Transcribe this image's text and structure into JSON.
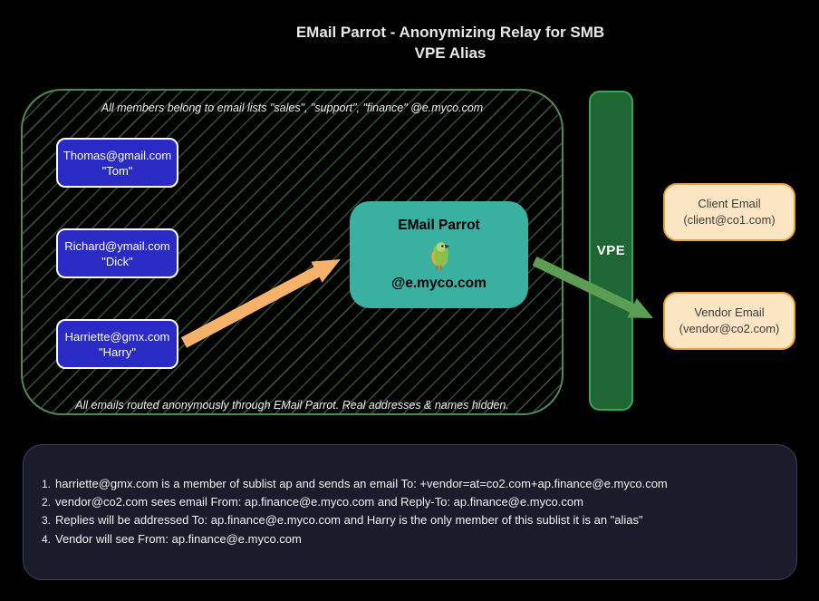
{
  "title": {
    "line1": "EMail Parrot - Anonymizing Relay for SMB",
    "line2": "VPE Alias"
  },
  "relay_group": {
    "top_note": "All members belong to email lists \"sales\", \"support\", \"finance\" @e.myco.com",
    "bottom_note": "All emails routed anonymously through EMail Parrot. Real addresses & names hidden.",
    "members": [
      {
        "email": "Thomas@gmail.com",
        "alias": "\"Tom\""
      },
      {
        "email": "Richard@ymail.com",
        "alias": "\"Dick\""
      },
      {
        "email": "Harriette@gmx.com",
        "alias": "\"Harry\""
      }
    ],
    "parrot": {
      "name": "EMail Parrot",
      "icon": "parrot-icon",
      "domain": "@e.myco.com"
    }
  },
  "vpe": {
    "label": "VPE"
  },
  "external": {
    "client": {
      "title": "Client Email",
      "address": "(client@co1.com)"
    },
    "vendor": {
      "title": "Vendor Email",
      "address": "(vendor@co2.com)"
    }
  },
  "notes": [
    {
      "num": "1.",
      "text": "harriette@gmx.com is a member of sublist ap and sends an email To: +vendor=at=co2.com+ap.finance@e.myco.com"
    },
    {
      "num": "2.",
      "text": "vendor@co2.com sees email From: ap.finance@e.myco.com and Reply-To: ap.finance@e.myco.com"
    },
    {
      "num": "3.",
      "text": "Replies will be addressed To: ap.finance@e.myco.com and Harry is the only member of this sublist it is an \"alias\""
    },
    {
      "num": "4.",
      "text": "Vendor will see From: ap.finance@e.myco.com"
    }
  ],
  "colors": {
    "background": "#000000",
    "member_box": "#2a2ac4",
    "parrot_box": "#3ab0a0",
    "vpe_bar_fill": "#1e6634",
    "vpe_bar_border": "#3aa55a",
    "hatch_green": "#5c9456",
    "arrow_orange": "#f6b26b",
    "arrow_green": "#5b9e53",
    "external_box_fill": "#fce5c3",
    "external_box_border": "#e9a23b",
    "notes_panel": "#1b1b2c"
  }
}
